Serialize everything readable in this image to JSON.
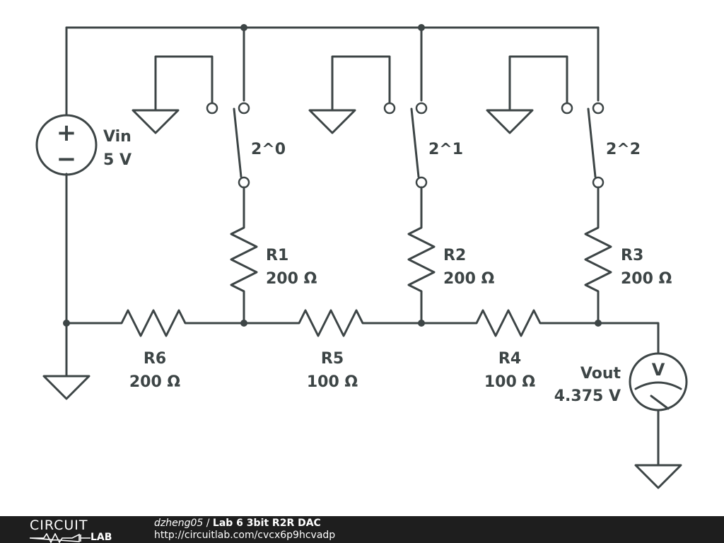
{
  "source": {
    "label": "Vin",
    "value": "5 V",
    "plus": "+",
    "minus": "−"
  },
  "switches": [
    {
      "label": "2^0"
    },
    {
      "label": "2^1"
    },
    {
      "label": "2^2"
    }
  ],
  "resistors": {
    "R1": {
      "name": "R1",
      "value": "200 Ω"
    },
    "R2": {
      "name": "R2",
      "value": "200 Ω"
    },
    "R3": {
      "name": "R3",
      "value": "200 Ω"
    },
    "R4": {
      "name": "R4",
      "value": "100 Ω"
    },
    "R5": {
      "name": "R5",
      "value": "100 Ω"
    },
    "R6": {
      "name": "R6",
      "value": "200 Ω"
    }
  },
  "meter": {
    "label": "Vout",
    "value": "4.375 V",
    "symbol": "V"
  },
  "footer": {
    "logo_top": "CIRCUIT",
    "logo_bottom": "LAB",
    "author": "dzheng05",
    "separator": " / ",
    "title": "Lab 6 3bit R2R DAC",
    "url": "http://circuitlab.com/cvcx6p9hcvadp"
  },
  "colors": {
    "wire": "#3d4546",
    "footer_bg": "#1e1e1e"
  }
}
